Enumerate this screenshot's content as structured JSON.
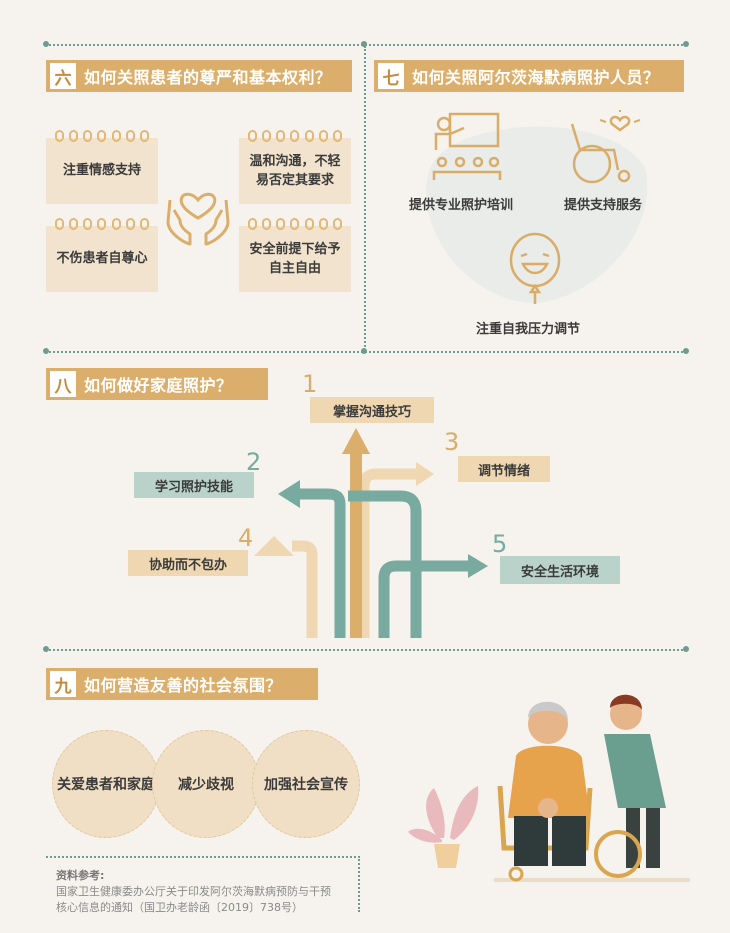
{
  "section6": {
    "num": "六",
    "title": "如何关照患者的尊严和基本权利？",
    "cards": [
      "注重情感支持",
      "温和沟通，不轻易否定其要求",
      "不伤患者自尊心",
      "安全前提下给予自主自由"
    ]
  },
  "section7": {
    "num": "七",
    "title": "如何关照阿尔茨海默病照护人员？",
    "items": [
      "提供专业照护培训",
      "提供支持服务",
      "注重自我压力调节"
    ]
  },
  "section8": {
    "num": "八",
    "title": "如何做好家庭照护？",
    "steps": [
      {
        "n": "1",
        "label": "掌握沟通技巧"
      },
      {
        "n": "2",
        "label": "学习照护技能"
      },
      {
        "n": "3",
        "label": "调节情绪"
      },
      {
        "n": "4",
        "label": "协助而不包办"
      },
      {
        "n": "5",
        "label": "安全生活环境"
      }
    ]
  },
  "section9": {
    "num": "九",
    "title": "如何营造友善的社会氛围？",
    "circles": [
      "关爱患者和家庭",
      "减少歧视",
      "加强社会宣传"
    ]
  },
  "reference": {
    "heading": "资料参考:",
    "line1": "国家卫生健康委办公厅关于印发阿尔茨海默病预防与干预",
    "line2": "核心信息的通知（国卫办老龄函〔2019〕738号）"
  },
  "colors": {
    "gold": "#dcae6b",
    "teal": "#78aaa0",
    "cream": "#f1e3cd",
    "bg": "#f6f3ee"
  }
}
